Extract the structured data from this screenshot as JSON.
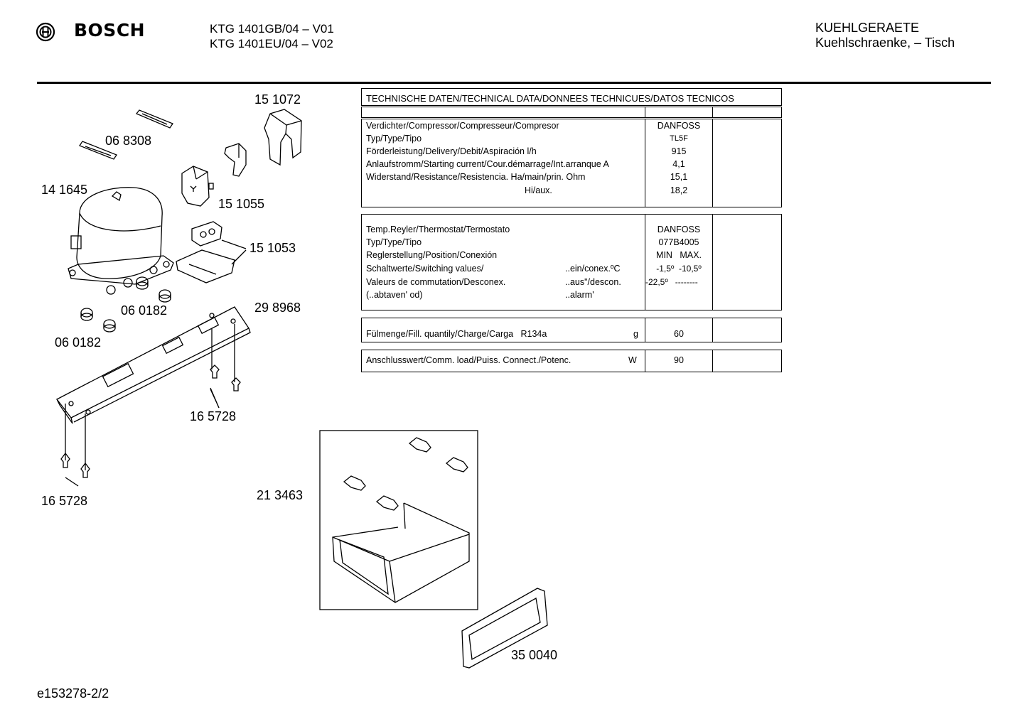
{
  "header": {
    "brand": "BOSCH",
    "model_lines": [
      "KTG 1401GB/04 – V01",
      "KTG 1401EU/04 – V02"
    ],
    "category_lines": [
      "KUEHLGERAETE",
      "Kuehlschraenke, – Tisch"
    ]
  },
  "icons": [
    "bosch-logo-icon"
  ],
  "parts": {
    "p151072": "15 1072",
    "p068308": "06 8308",
    "p141645": "14 1645",
    "p151055": "15 1055",
    "p151053": "15 1053",
    "p060182a": "06 0182",
    "p298968": "29 8968",
    "p060182b": "06 0182",
    "p165728a": "16 5728",
    "p165728b": "16 5728",
    "p213463": "21 3463",
    "p350040": "35 0040"
  },
  "tech": {
    "title": "TECHNISCHE DATEN/TECHNICAL DATA/DONNEES TECHNICUES/DATOS TECNICOS",
    "compressor": {
      "labels": [
        "Verdichter/Compressor/Compresseur/Compresor",
        "Typ/Type/Tipo",
        "Förderleistung/Delivery/Debit/Aspiración l/h",
        "Anlaufstromm/Starting current/Cour.démarrage/Int.arranque   A",
        "Widerstand/Resistance/Resistencia. Ha/main/prin. Ohm"
      ],
      "sub_label": "Hi/aux.",
      "values": [
        "DANFOSS",
        "TL5F",
        "915",
        "4,1",
        "15,1",
        "18,2"
      ]
    },
    "thermostat": {
      "labels": [
        "Temp.Reyler/Thermostat/Termostato",
        "Typ/Type/Tipo",
        "Reglerstellung/Position/Conexión",
        "Schaltwerte/Switching values/",
        "Valeurs de commutation/Desconex.",
        "(..abtaven' od)"
      ],
      "mid_labels": [
        "..ein/conex.ºC",
        "..aus\"/descon.",
        "..alarm'"
      ],
      "values": [
        "DANFOSS",
        "077B4005",
        "MIN   MAX.",
        "-1,5º  -10,5º",
        "-22,5º   --------"
      ]
    },
    "charge": {
      "label": "Fülmenge/Fill. quantily/Charge/Carga   R134a",
      "unit": "g",
      "value": "60"
    },
    "load": {
      "label": "Anschlusswert/Comm. load/Puiss. Connect./Potenc.",
      "unit": "W",
      "value": "90"
    }
  },
  "footer": {
    "code": "e153278-2/2"
  }
}
